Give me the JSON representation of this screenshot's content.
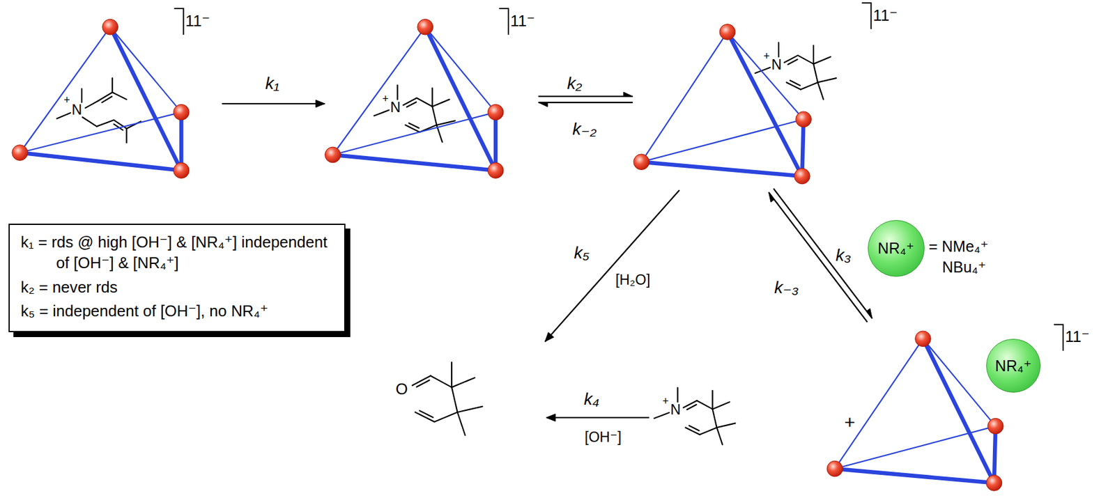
{
  "diagram": {
    "nodes": [
      {
        "text": [
          "11⁻",
          "+",
          "N"
        ]
      },
      {
        "text": [
          "11⁻",
          "+",
          "N"
        ]
      },
      {
        "text": [
          "11⁻",
          "+",
          "N"
        ]
      },
      {
        "text": [
          "k₁ = rds @ high [OH⁻] & [NR₄⁺] independent of [OH⁻] & [NR₄⁺]",
          "k₂ = never rds",
          "k₅ = independent of [OH⁻], no NR₄⁺"
        ]
      },
      {
        "text": [
          "NR₄⁺",
          "= NMe₄⁺ NBu₄⁺"
        ]
      },
      {
        "text": [
          "O"
        ]
      },
      {
        "text": [
          "+",
          "N"
        ]
      },
      {
        "text": [
          "11⁻"
        ]
      },
      {
        "text": [
          "NR₄⁺"
        ],
        "in": 7
      }
    ],
    "edges": [
      {
        "from": 0,
        "to": 1,
        "arrow": "to"
      },
      {
        "from": 1,
        "to": 2,
        "arrow": "both"
      },
      {
        "from": 2,
        "to": 5,
        "arrow": "to"
      },
      {
        "from": 2,
        "to": 7,
        "arrow": "both"
      },
      {
        "from": 6,
        "to": 5,
        "arrow": "to"
      }
    ],
    "labels": [
      "k₁",
      "k₂",
      "k₋₂",
      "k₅",
      "[H₂O]",
      "k₃",
      "k₋₃",
      "k₄",
      "[OH⁻]",
      "+"
    ]
  }
}
